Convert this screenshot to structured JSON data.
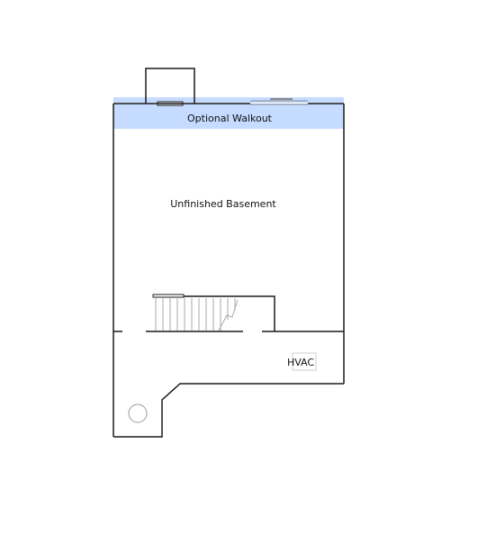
{
  "plan": {
    "rooms": {
      "walkout": {
        "label": "Optional Walkout"
      },
      "basement": {
        "label": "Unfinished Basement"
      }
    },
    "equipment": {
      "hvac": {
        "label": "HVAC"
      }
    }
  },
  "colors": {
    "wall": "#1a1a1a",
    "walkout_fill": "#c5dbff",
    "stair_line": "#aaaaaa",
    "background": "#ffffff"
  }
}
